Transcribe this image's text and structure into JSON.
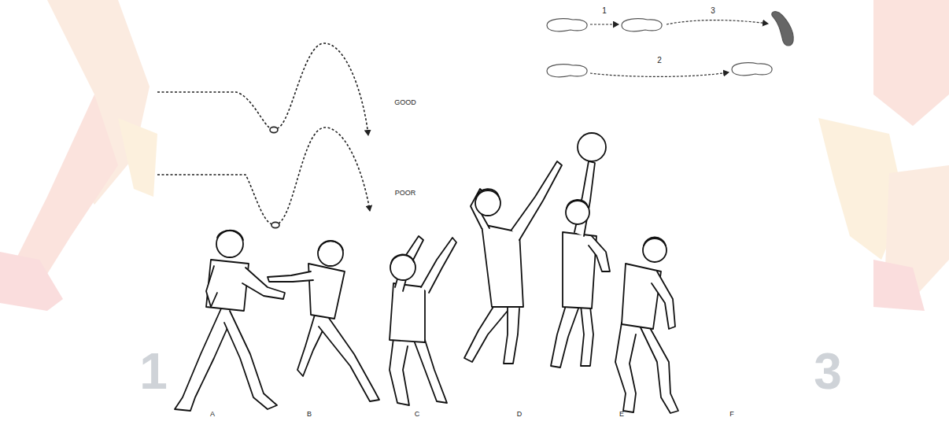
{
  "diagram": {
    "labels": [
      "1",
      "3",
      "2",
      "GOOD",
      "POOR",
      "1",
      "3",
      "A",
      "B",
      "C",
      "D",
      "E",
      "F"
    ]
  }
}
